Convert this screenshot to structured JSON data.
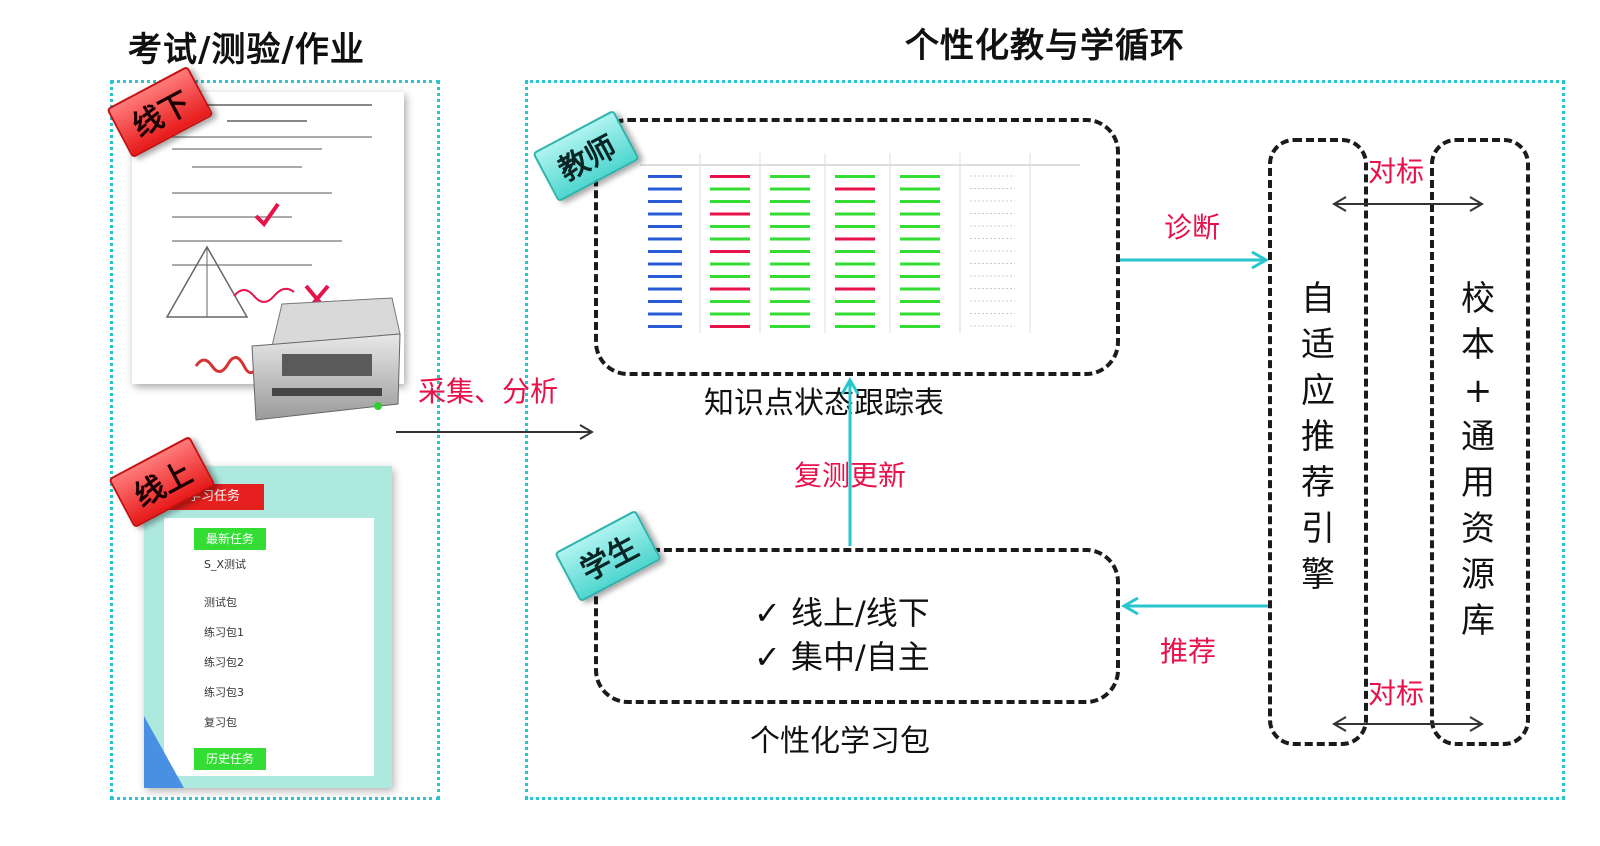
{
  "left_title": "考试/测验/作业",
  "right_title": "个性化教与学循环",
  "tags": {
    "offline": "线下",
    "online": "线上",
    "teacher": "教师",
    "student": "学生"
  },
  "labels": {
    "collect_analyze": "采集、分析",
    "diagnose": "诊断",
    "retest_update": "复测更新",
    "recommend": "推荐",
    "benchmark_top": "对标",
    "benchmark_bottom": "对标"
  },
  "captions": {
    "knowledge_table": "知识点状态跟踪表",
    "learning_pack": "个性化学习包"
  },
  "student_box": {
    "items": [
      "✓ 线上/线下",
      "✓ 集中/自主"
    ]
  },
  "engine": {
    "chars": [
      "自",
      "适",
      "应",
      "推",
      "荐",
      "引",
      "擎"
    ]
  },
  "library": {
    "chars": [
      "校",
      "本",
      "+",
      "通",
      "用",
      "资",
      "源",
      "库"
    ]
  },
  "online_panel": {
    "banner": "学习任务",
    "top_button": "最新任务",
    "items": [
      "S_X测试",
      "测试包",
      "练习包1",
      "练习包2",
      "练习包3",
      "复习包"
    ],
    "bottom_button": "历史任务"
  },
  "colors": {
    "accent_red": "#e8124b",
    "cyan": "#27c6cf",
    "green": "#33dd33"
  }
}
